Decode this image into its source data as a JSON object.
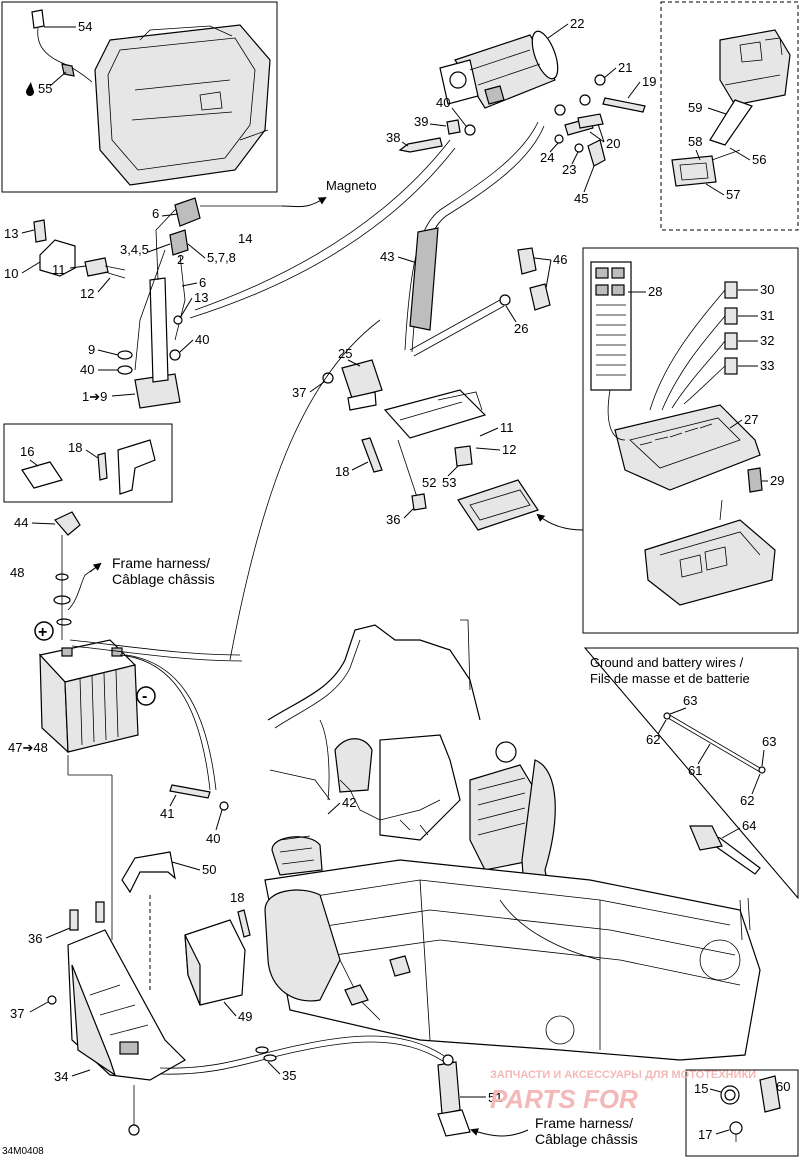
{
  "diagram": {
    "doc_code": "34M0408",
    "callouts": {
      "c54": "54",
      "c55": "55",
      "c22": "22",
      "c21": "21",
      "c19": "19",
      "c40a": "40",
      "c39": "39",
      "c38": "38",
      "c24": "24",
      "c23": "23",
      "c20": "20",
      "c45": "45",
      "c59": "59",
      "c58": "58",
      "c56": "56",
      "c57": "57",
      "c6a": "6",
      "c14": "14",
      "c13a": "13",
      "c10": "10",
      "c11a": "11",
      "c12a": "12",
      "c345": "3,4,5",
      "c2": "2",
      "c578": "5,7,8",
      "c6b": "6",
      "c13b": "13",
      "c9": "9",
      "c40b": "40",
      "c40c": "40",
      "c1to9": "1",
      "c43": "43",
      "c46": "46",
      "c26": "26",
      "c28": "28",
      "c30": "30",
      "c31": "31",
      "c32": "32",
      "c33": "33",
      "c25": "25",
      "c37a": "37",
      "c11b": "11",
      "c12b": "12",
      "c18a": "18",
      "c52": "52",
      "c53": "53",
      "c36a": "36",
      "c27": "27",
      "c29": "29",
      "c16": "16",
      "c18b": "18",
      "c44": "44",
      "c48": "48",
      "c47to48": "47",
      "c41": "41",
      "c40d": "40",
      "c42": "42",
      "c50": "50",
      "c18c": "18",
      "c36b": "36",
      "c37b": "37",
      "c49": "49",
      "c34": "34",
      "c35": "35",
      "c51": "51",
      "c63a": "63",
      "c62a": "62",
      "c63b": "63",
      "c61": "61",
      "c62b": "62",
      "c64": "64",
      "c15": "15",
      "c60": "60",
      "c17": "17"
    },
    "arrow_to_9": "9",
    "arrow_to_48": "48",
    "plus_sign": "+",
    "minus_sign": "-",
    "magneto_label": "Magneto",
    "frame_harness_top_en": "Frame harness/",
    "frame_harness_top_fr": "Câblage châssis",
    "frame_harness_bottom_en": "Frame harness/",
    "frame_harness_bottom_fr": "Câblage châssis",
    "ground_wires_en": "Ground and battery wires /",
    "ground_wires_fr": "Fils de masse et de batterie",
    "watermark_top": "ЗАПЧАСТИ И АКСЕССУАРЫ ДЛЯ МОТОТЕХНИКИ",
    "watermark_logo": "PARTS FOR"
  }
}
